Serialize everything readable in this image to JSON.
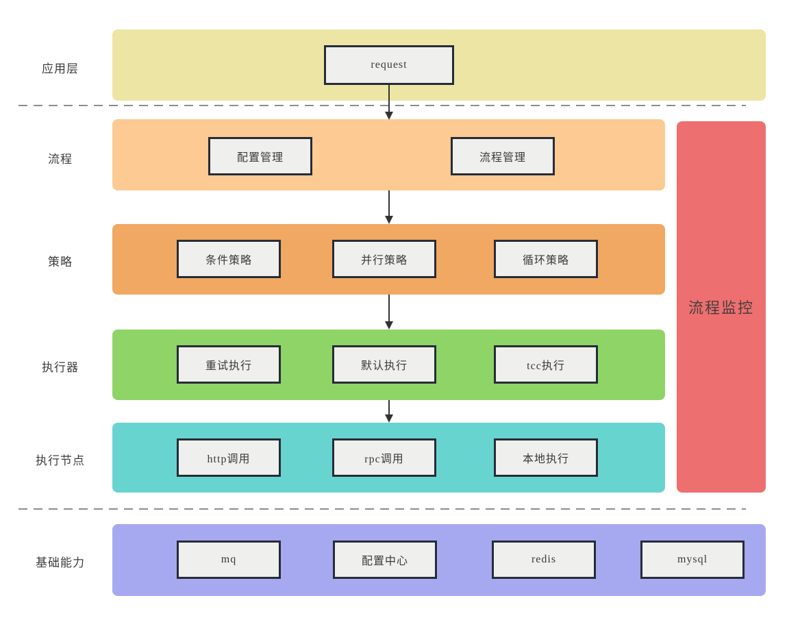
{
  "colors": {
    "app_band": "#ece5a4",
    "flow_band": "#fcca92",
    "strategy_band": "#f0a863",
    "executor_band": "#8ed466",
    "node_band": "#68d4d0",
    "base_band": "#a7a9f0",
    "monitor_band": "#ee6f6f",
    "box_fill": "#efefed",
    "box_border": "#262c38",
    "dashed_line": "#8c8c8c",
    "arrow": "#333333",
    "text": "#3d3d3d"
  },
  "layers": [
    {
      "id": "app",
      "label": "应用层",
      "boxes": [
        "request"
      ]
    },
    {
      "id": "flow",
      "label": "流程",
      "boxes": [
        "配置管理",
        "流程管理"
      ]
    },
    {
      "id": "strategy",
      "label": "策略",
      "boxes": [
        "条件策略",
        "并行策略",
        "循环策略"
      ]
    },
    {
      "id": "executor",
      "label": "执行器",
      "boxes": [
        "重试执行",
        "默认执行",
        "tcc执行"
      ]
    },
    {
      "id": "node",
      "label": "执行节点",
      "boxes": [
        "http调用",
        "rpc调用",
        "本地执行"
      ]
    },
    {
      "id": "base",
      "label": "基础能力",
      "boxes": [
        "mq",
        "配置中心",
        "redis",
        "mysql"
      ]
    }
  ],
  "monitor": {
    "label": "流程监控"
  }
}
